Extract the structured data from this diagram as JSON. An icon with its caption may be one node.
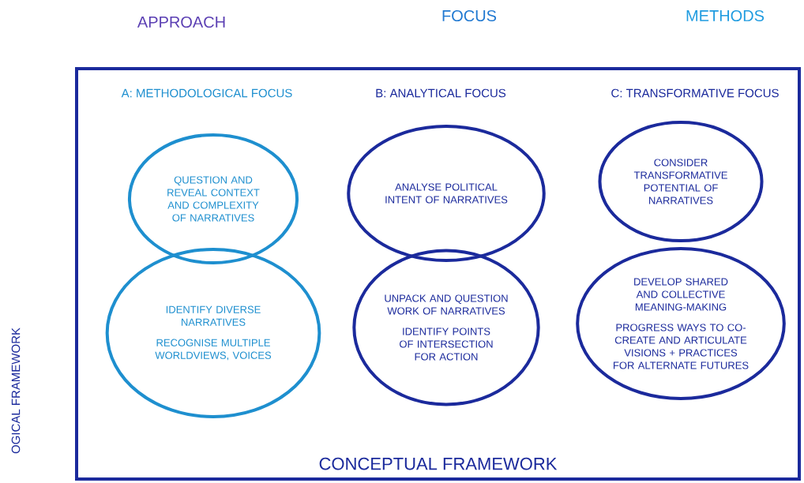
{
  "diagram": {
    "nodes": [
      {
        "text": [
          "CONCEPTUAL FRAMEWORK"
        ]
      },
      {
        "text": [
          "QUESTION AND REVEAL CONTEXT AND COMPLEXITY OF NARRATIVES"
        ],
        "in": 0
      },
      {
        "text": [
          "IDENTIFY DIVERSE NARRATIVES",
          "RECOGNISE MULTIPLE WORLDVIEWS, VOICES"
        ],
        "in": 0
      },
      {
        "text": [
          "ANALYSE POLITICAL INTENT OF NARRATIVES"
        ],
        "in": 0
      },
      {
        "text": [
          "UNPACK AND QUESTION WORK OF NARRATIVES",
          "IDENTIFY POINTS OF INTERSECTION FOR ACTION"
        ],
        "in": 0
      },
      {
        "text": [
          "CONSIDER TRANSFORMATIVE POTENTIAL OF NARRATIVES"
        ],
        "in": 0
      },
      {
        "text": [
          "DEVELOP SHARED AND COLLECTIVE MEANING-MAKING",
          "PROGRESS WAYS TO CO-CREATE AND ARTICULATE VISIONS + PRACTICES FOR ALTERNATE FUTURES"
        ],
        "in": 0
      }
    ],
    "labels": [
      "APPROACH",
      "FOCUS",
      "METHODS",
      "A: METHODOLOGICAL FOCUS",
      "B: ANALYTICAL FOCUS",
      "C: TRANSFORMATIVE FOCUS",
      "OGICAL FRAMEWORK"
    ]
  }
}
